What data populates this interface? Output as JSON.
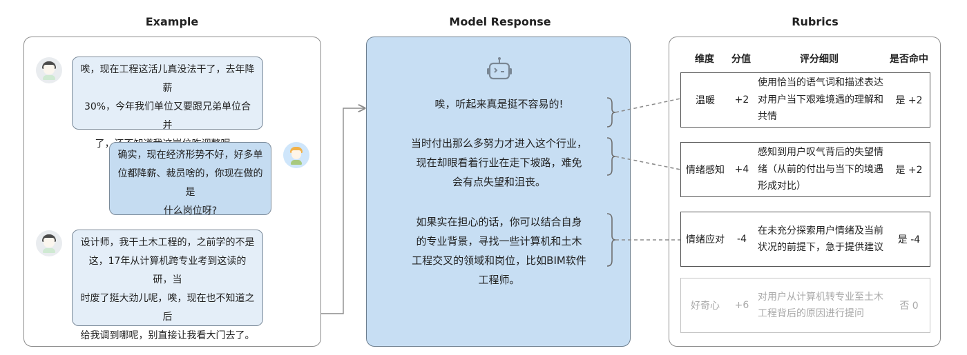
{
  "titles": {
    "example": "Example",
    "model_response": "Model Response",
    "rubrics": "Rubrics"
  },
  "example": {
    "messages": [
      {
        "role": "user",
        "lines": [
          "唉，现在工程这活儿真没法干了，去年降薪",
          "30%，今年我们单位又要跟兄弟单位合并",
          "了，还不知道我这岗位咋调整呢。"
        ]
      },
      {
        "role": "assistant",
        "lines": [
          "确实，现在经济形势不好，好多单",
          "位都降薪、裁员啥的，你现在做的是",
          "什么岗位呀?"
        ]
      },
      {
        "role": "user",
        "lines": [
          "设计师，我干土木工程的，之前学的不是",
          "这，17年从计算机跨专业考到这读的研，当",
          "时废了挺大劲儿呢，唉，现在也不知道之后",
          "给我调到哪呢，别直接让我看大门去了。"
        ]
      }
    ]
  },
  "model_response": {
    "icon": "robot-icon",
    "paragraphs": [
      {
        "lines": [
          "唉，听起来真是挺不容易的!"
        ]
      },
      {
        "lines": [
          "当时付出那么多努力才进入这个行业，",
          "现在却眼看着行业在走下坡路，难免",
          "会有点失望和沮丧。"
        ]
      },
      {
        "lines": [
          "如果实在担心的话，你可以结合自身",
          "的专业背景，寻找一些计算机和土木",
          "工程交叉的领域和岗位，比如BIM软件",
          "工程师。"
        ]
      }
    ]
  },
  "rubrics": {
    "headers": {
      "dimension": "维度",
      "score": "分值",
      "detail": "评分细则",
      "hit": "是否命中"
    },
    "rows": [
      {
        "dimension": "温暖",
        "score": "+2",
        "detail": [
          "使用恰当的语气词和描述表达",
          "对用户当下艰难境遇的理解和",
          "共情"
        ],
        "hit": "是 +2",
        "active": true
      },
      {
        "dimension": "情绪感知",
        "score": "+4",
        "detail": [
          "感知到用户叹气背后的失望情",
          "绪（从前的付出与当下的境遇",
          "形成对比）"
        ],
        "hit": "是 +2",
        "active": true
      },
      {
        "dimension": "情绪应对",
        "score": "-4",
        "detail": [
          "在未充分探索用户情绪及当前",
          "状况的前提下，急于提供建议"
        ],
        "hit": "是 -4",
        "active": true
      },
      {
        "dimension": "好奇心",
        "score": "+6",
        "detail": [
          "对用户从计算机转专业至土木",
          "工程背后的原因进行提问"
        ],
        "hit": "否 0",
        "active": false
      }
    ]
  },
  "colors": {
    "model_panel_bg": "#c7def3",
    "assistant_bubble": "#c5dcf1",
    "user_bubble": "#e4eef8",
    "connector": "#8c8c8c",
    "disabled_text": "#a9a9a9"
  }
}
